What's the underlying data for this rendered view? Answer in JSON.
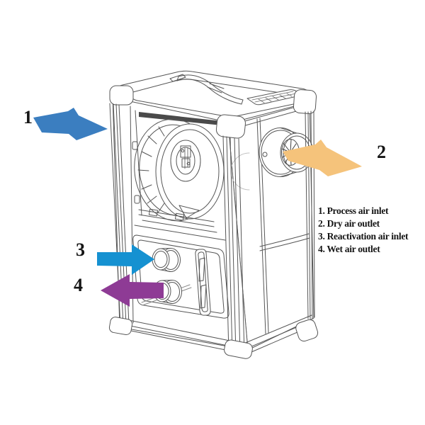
{
  "illustration": {
    "name": "portable-desiccant-dehumidifier-line-drawing",
    "line_color": "#565656",
    "dark_accent": "#454545",
    "background": "#ffffff",
    "text_color": "#151515"
  },
  "arrows": [
    {
      "number": "1",
      "name": "process-air-inlet",
      "direction": "right",
      "color": "#3b7ec0"
    },
    {
      "number": "2",
      "name": "dry-air-outlet",
      "direction": "right",
      "color": "#f5c37b"
    },
    {
      "number": "3",
      "name": "reactivation-air-inlet",
      "direction": "right",
      "color": "#1591d1"
    },
    {
      "number": "4",
      "name": "wet-air-outlet",
      "direction": "left",
      "color": "#8e3b95"
    }
  ],
  "legend": {
    "items": [
      "1. Process air inlet",
      "2. Dry air outlet",
      "3. Reactivation air inlet",
      "4. Wet air outlet"
    ]
  }
}
